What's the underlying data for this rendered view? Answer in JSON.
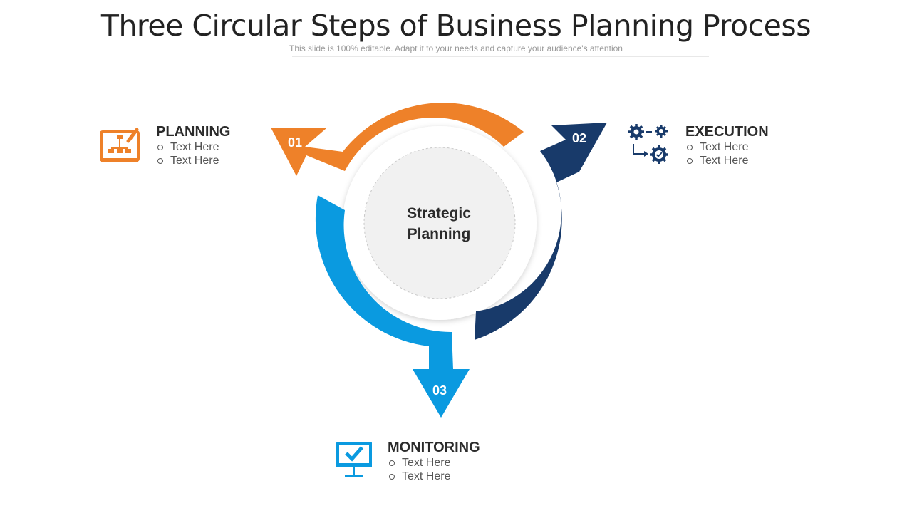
{
  "title": "Three Circular Steps of Business Planning Process",
  "subtitle": "This slide is 100% editable. Adapt it to your needs and capture your audience's attention",
  "center": {
    "line1": "Strategic",
    "line2": "Planning"
  },
  "colors": {
    "planning": "#ee8129",
    "execution": "#183a6a",
    "monitoring": "#0a9ae0",
    "center_fill": "#f1f1f1"
  },
  "steps": [
    {
      "number": "01",
      "heading": "PLANNING",
      "items": [
        "Text Here",
        "Text Here"
      ],
      "icon": "flowchart-board-icon"
    },
    {
      "number": "02",
      "heading": "EXECUTION",
      "items": [
        "Text Here",
        "Text Here"
      ],
      "icon": "gears-process-icon"
    },
    {
      "number": "03",
      "heading": "MONITORING",
      "items": [
        "Text Here",
        "Text Here"
      ],
      "icon": "monitor-check-icon"
    }
  ]
}
